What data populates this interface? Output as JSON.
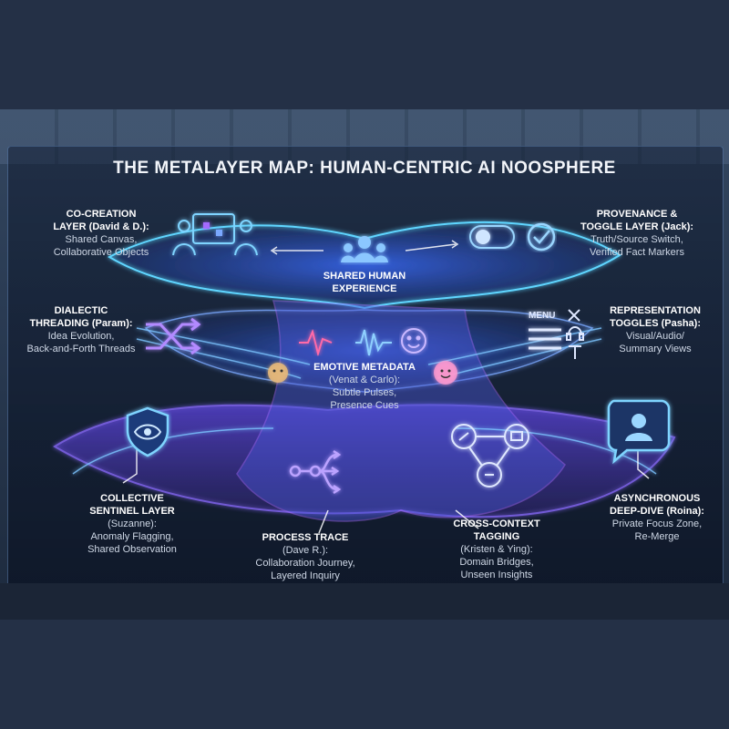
{
  "title": "THE METALAYER MAP: HUMAN-CENTRIC AI NOOSPHERE",
  "center": {
    "line1": "SHARED HUMAN",
    "line2": "EXPERIENCE"
  },
  "layers": {
    "cocreation": {
      "h1": "CO-CREATION",
      "h2": "LAYER (David & D.):",
      "d1": "Shared Canvas,",
      "d2": "Collaborative Objects"
    },
    "provenance": {
      "h1": "PROVENANCE &",
      "h2": "TOGGLE LAYER (Jack):",
      "d1": "Truth/Source Switch,",
      "d2": "Verified Fact Markers"
    },
    "dialectic": {
      "h1": "DIALECTIC",
      "h2": "THREADING (Param):",
      "d1": "Idea Evolution,",
      "d2": "Back-and-Forth Threads"
    },
    "representation": {
      "h1": "REPRESENTATION",
      "h2": "TOGGLES (Pasha):",
      "d1": "Visual/Audio/",
      "d2": "Summary Views"
    },
    "emotive": {
      "h1": "EMOTIVE METADATA",
      "h2": "(Venat & Carlo):",
      "d1": "Subtle Pulses,",
      "d2": "Presence Cues"
    },
    "sentinel": {
      "h1": "COLLECTIVE",
      "h2": "SENTINEL LAYER",
      "h3": "(Suzanne):",
      "d1": "Anomaly Flagging,",
      "d2": "Shared Observation"
    },
    "process": {
      "h1": "PROCESS TRACE",
      "h2": "(Dave R.):",
      "d1": "Collaboration Journey,",
      "d2": "Layered Inquiry"
    },
    "crosscontext": {
      "h1": "CROSS-CONTEXT",
      "h2": "TAGGING",
      "h3": "(Kristen & Ying):",
      "d1": "Domain Bridges,",
      "d2": "Unseen Insights"
    },
    "async": {
      "h1": "ASYNCHRONOUS",
      "h2": "DEEP-DIVE (Roina):",
      "d1": "Private Focus Zone,",
      "d2": "Re-Merge"
    }
  },
  "menu_label": "MENU",
  "colors": {
    "cyan": "#5fd6ff",
    "blue": "#4a7dff",
    "violet": "#a36bff",
    "text": "#e6ecf5"
  }
}
